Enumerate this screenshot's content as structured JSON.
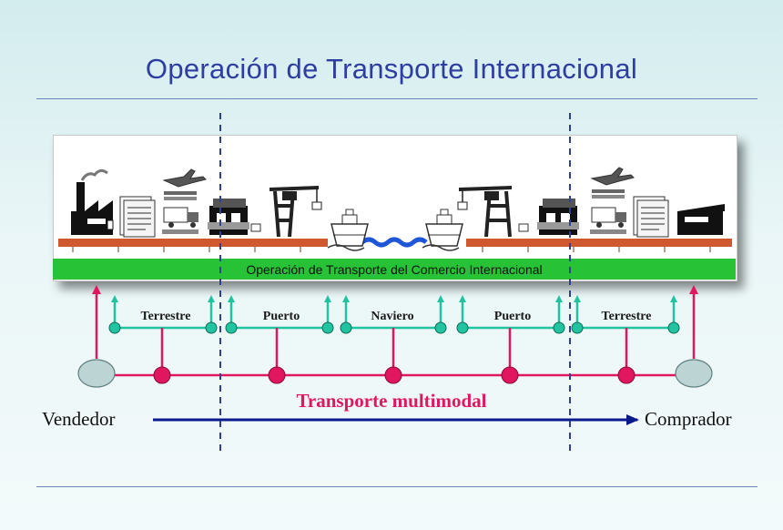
{
  "title": "Operación de Transporte Internacional",
  "panel": {
    "band_label": "Operación de Transporte del Comercio Internacional",
    "icons_left": [
      "factory-icon",
      "documents-icon",
      "plane-icon",
      "truck-icon",
      "warehouse-icon",
      "crane-icon",
      "ship-icon"
    ],
    "icons_right": [
      "ship-icon",
      "crane-icon",
      "warehouse-icon",
      "plane-icon",
      "truck-icon",
      "documents-icon",
      "store-icon"
    ]
  },
  "segments": [
    "Terrestre",
    "Puerto",
    "Naviero",
    "Puerto",
    "Terrestre"
  ],
  "parties": {
    "seller": "Vendedor",
    "buyer": "Comprador"
  },
  "multimodal_label": "Transporte multimodal",
  "colors": {
    "title": "#2e3ea0",
    "pink": "#e0175f",
    "teal": "#21c3a1",
    "navy": "#0a1a8a",
    "green_band": "#27c236",
    "rust_track": "#d0582e",
    "endpoint": "#bcd4d4"
  }
}
